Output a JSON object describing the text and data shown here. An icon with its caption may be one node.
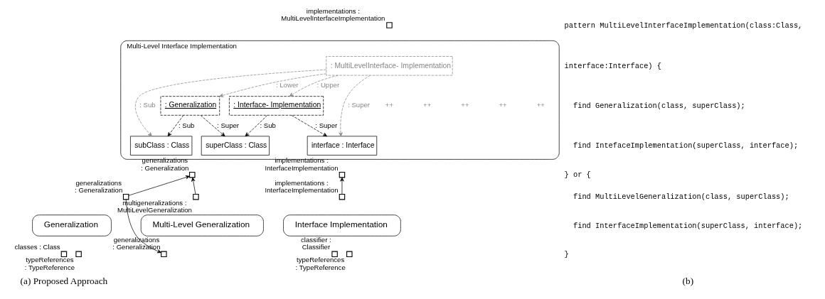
{
  "diagram": {
    "nodes": [
      {
        "text": [
          "Multi-Level Interface Implementation"
        ]
      },
      {
        "text": [
          ": MultiLevelInterface- Implementation"
        ],
        "in": 0
      },
      {
        "text": [
          ": Generalization"
        ],
        "in": 0
      },
      {
        "text": [
          ": Interface- Implementation"
        ],
        "in": 0
      },
      {
        "text": [
          "subClass : Class"
        ],
        "in": 0
      },
      {
        "text": [
          "superClass : Class"
        ],
        "in": 0
      },
      {
        "text": [
          "interface : Interface"
        ],
        "in": 0
      },
      {
        "text": [],
        "shape": "box",
        "beside": [
          "implementations : MultiLevelInterfaceImplementation"
        ]
      },
      {
        "text": [],
        "shape": "box",
        "beside": [
          "generalizations : Generalization"
        ]
      },
      {
        "text": [],
        "shape": "box",
        "beside": [
          "implementations : InterfaceImplementation"
        ]
      },
      {
        "text": [
          "Generalization"
        ]
      },
      {
        "text": [],
        "shape": "box",
        "beside": [
          "generalizations : Generalization"
        ]
      },
      {
        "text": [],
        "shape": "box",
        "beside": [
          "classes : Class"
        ]
      },
      {
        "text": [],
        "shape": "box",
        "beside": [
          "typeReferences : TypeReference"
        ]
      },
      {
        "text": [
          "Multi-Level Generalization"
        ]
      },
      {
        "text": [],
        "shape": "box",
        "beside": [
          "multigeneralizations : MultiLevelGeneralization"
        ]
      },
      {
        "text": [],
        "shape": "box",
        "beside": [
          "generalizations : Generalization"
        ]
      },
      {
        "text": [
          "Interface Implementation"
        ]
      },
      {
        "text": [],
        "shape": "box",
        "beside": [
          "implementations : InterfaceImplementation"
        ]
      },
      {
        "text": [],
        "shape": "box",
        "beside": [
          "classifier : Classifier"
        ]
      },
      {
        "text": [],
        "shape": "box",
        "beside": [
          "typeReferences : TypeReference"
        ]
      }
    ],
    "edges": [
      {
        "from": 1,
        "to": 4,
        "arrow": "to",
        "label": ": Sub",
        "style": "dashed",
        "color": "#888888"
      },
      {
        "from": 1,
        "to": 2,
        "arrow": "to",
        "label": ": Lower",
        "style": "dashed",
        "color": "#888888"
      },
      {
        "from": 1,
        "to": 3,
        "arrow": "to",
        "label": ": Upper",
        "style": "dashed",
        "color": "#888888"
      },
      {
        "from": 1,
        "to": 6,
        "arrow": "to",
        "label": ": Super",
        "style": "dashed",
        "color": "#888888"
      },
      {
        "from": 2,
        "to": 4,
        "arrow": "to",
        "label": ": Sub",
        "style": "dashed"
      },
      {
        "from": 2,
        "to": 5,
        "arrow": "to",
        "label": ": Super",
        "style": "dashed"
      },
      {
        "from": 3,
        "to": 5,
        "arrow": "to",
        "label": ": Sub",
        "style": "dashed"
      },
      {
        "from": 3,
        "to": 6,
        "arrow": "to",
        "label": ": Super",
        "style": "dashed"
      },
      {
        "from": 11,
        "to": 8,
        "arrow": "to"
      },
      {
        "from": 15,
        "to": 8,
        "arrow": "to"
      },
      {
        "from": 18,
        "to": 9,
        "arrow": "to"
      },
      {
        "from": 11,
        "to": 16,
        "arrow": "to"
      }
    ],
    "labels": [
      "++",
      "++",
      "++",
      "++",
      "++",
      "pattern MultiLevelInterfaceImplementation(class:Class,",
      "interface:Interface) {",
      "  find Generalization(class, superClass);",
      "  find IntefaceImplementation(superClass, interface);",
      "} or {",
      "  find MultiLevelGeneralization(class, superClass);",
      "  find InterfaceImplementation(superClass, interface);",
      "}",
      "(a) Proposed Approach",
      "(b)"
    ]
  }
}
